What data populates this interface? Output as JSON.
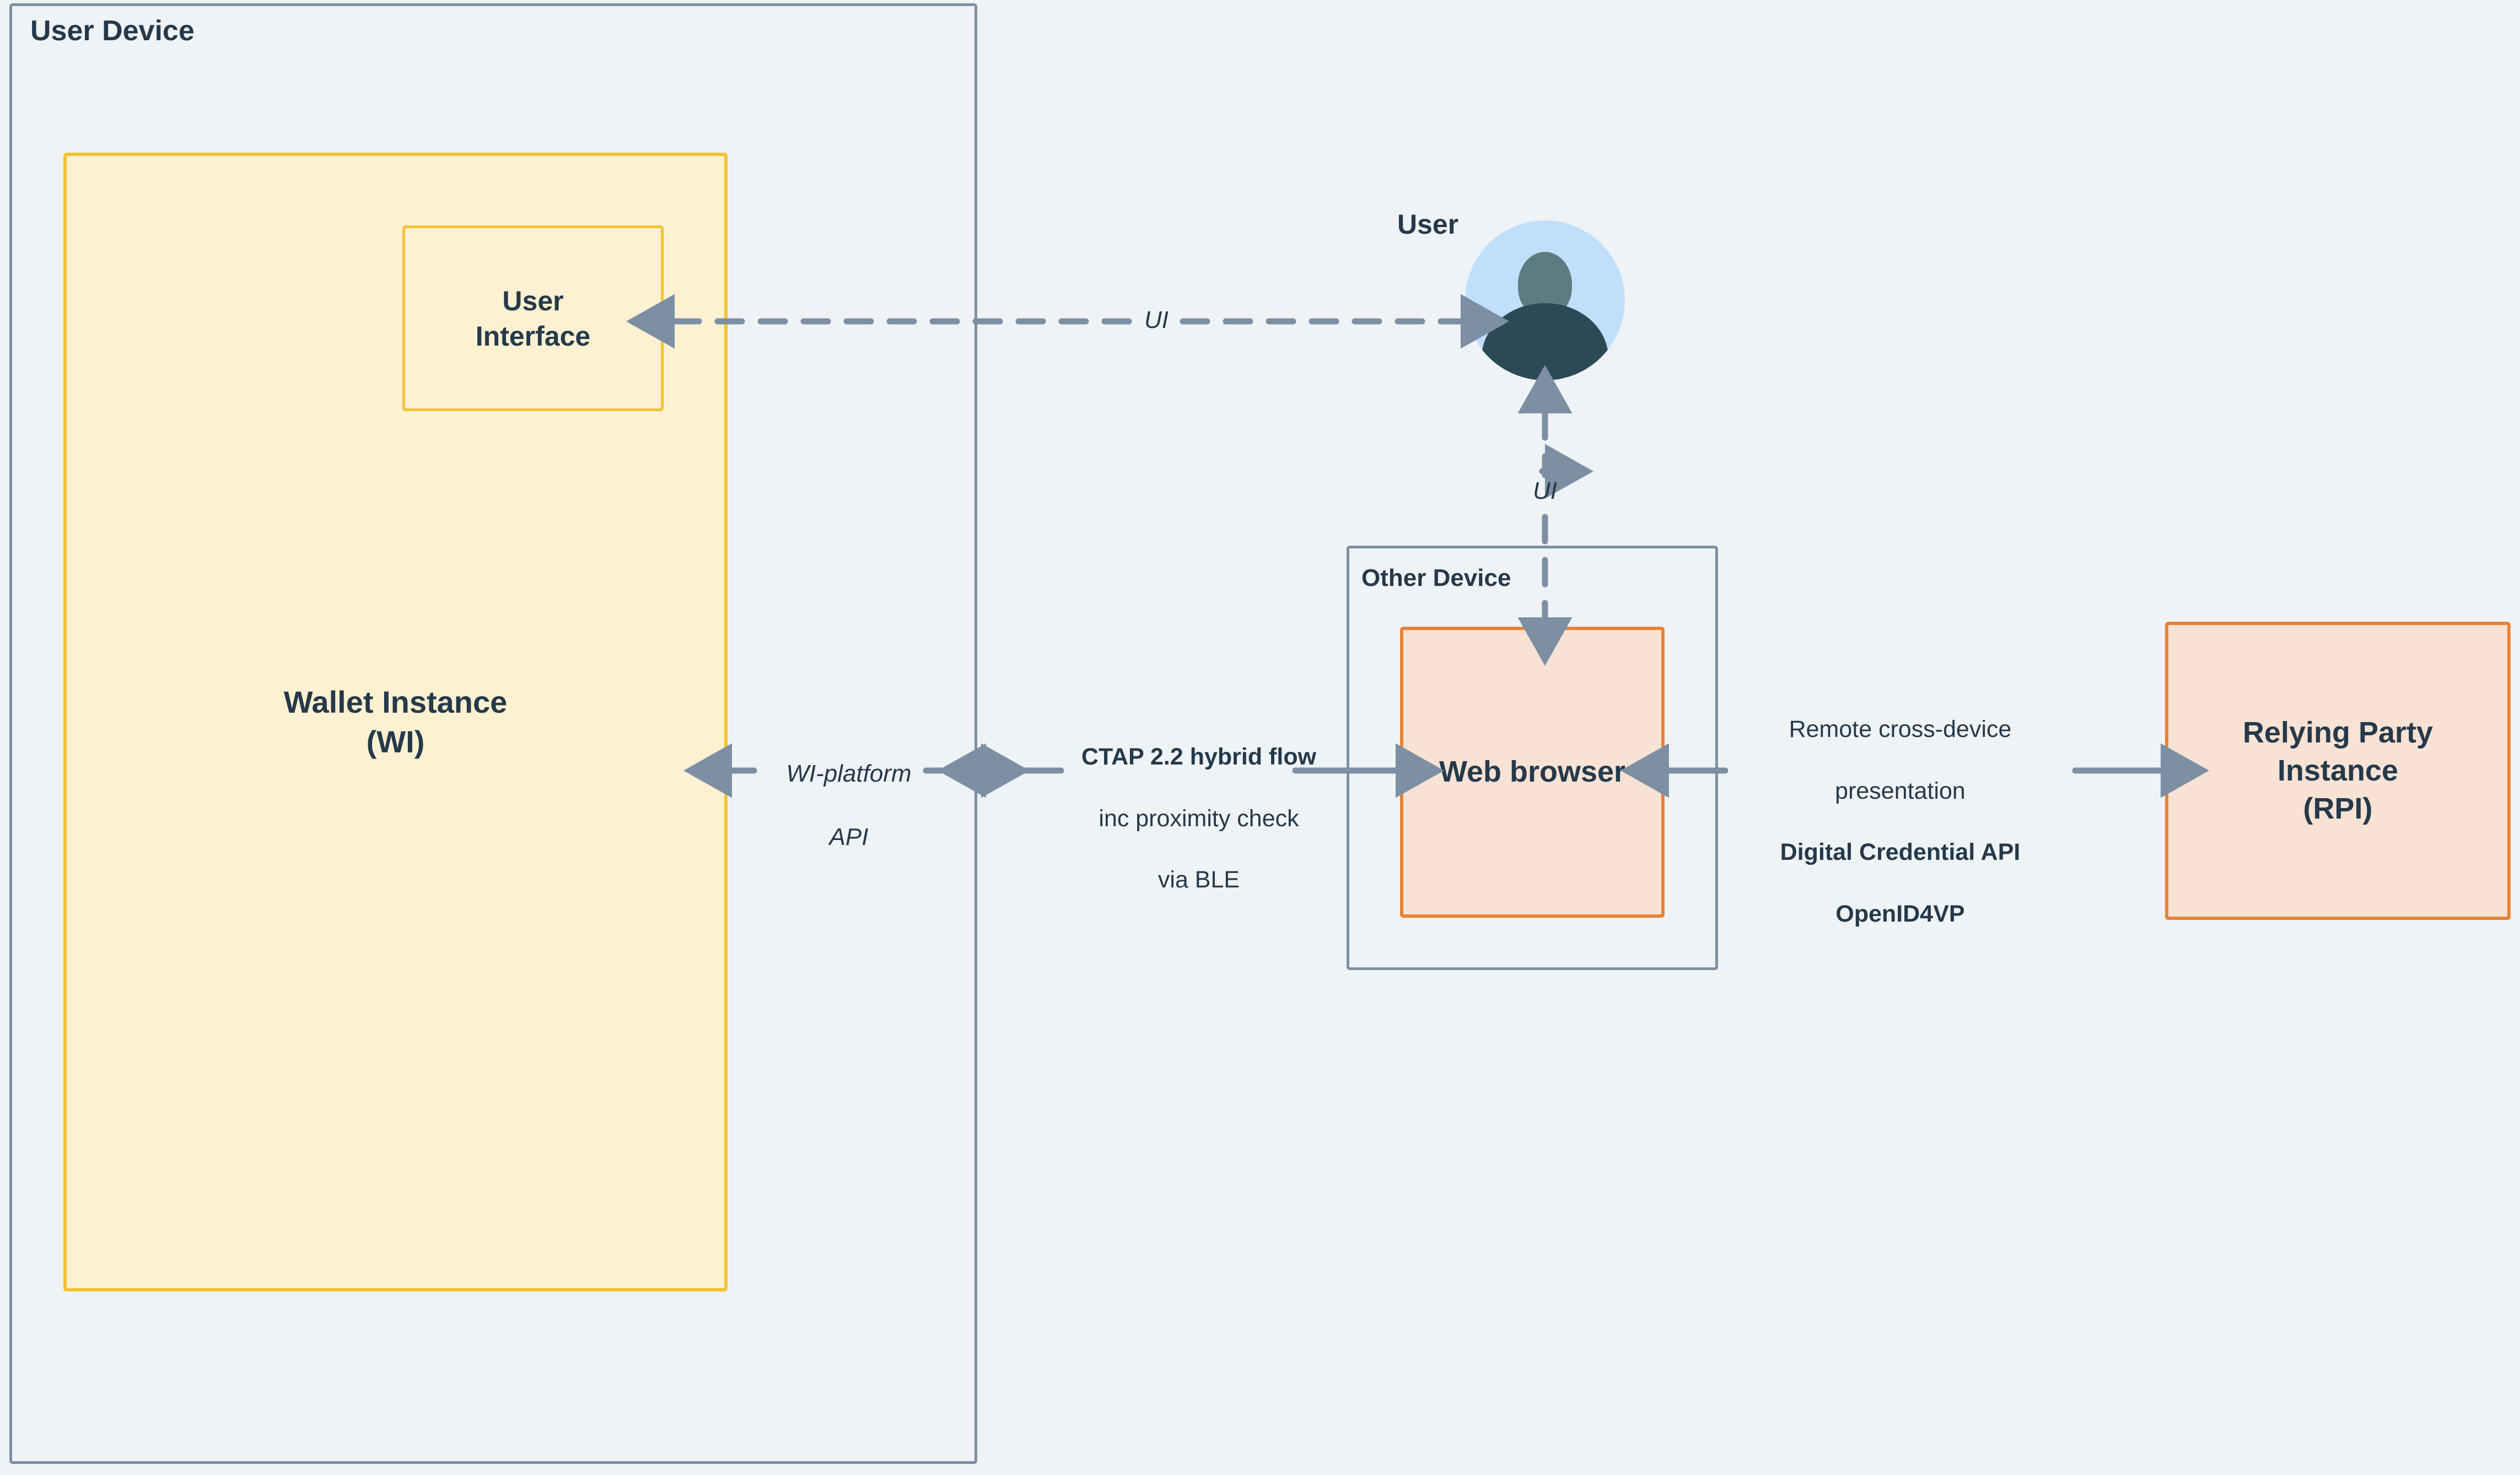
{
  "diagram": {
    "background_color": "#eff3f6",
    "text_color": "#25394a",
    "connector_color": "#7d8fa3"
  },
  "groups": {
    "user_device": {
      "title": "User Device",
      "border_color": "#7d8fa3"
    },
    "other_device": {
      "title": "Other Device",
      "border_color": "#7d8fa3"
    }
  },
  "nodes": {
    "wallet_instance": {
      "line1": "Wallet Instance",
      "line2": "(WI)",
      "fill": "#fdf1d2",
      "border": "#f2c230"
    },
    "user_interface": {
      "line1": "User",
      "line2": "Interface",
      "fill": "#fdf1d2",
      "border": "#f4c23a"
    },
    "web_browser": {
      "line1": "Web browser",
      "fill": "#f8e2d4",
      "border": "#e8833a"
    },
    "relying_party": {
      "line1": "Relying Party",
      "line2": "Instance",
      "line3": "(RPI)",
      "fill": "#f8e2d4",
      "border": "#e8833a"
    },
    "user_actor": {
      "name": "User",
      "circle_fill": "#bfdffb",
      "head_fill": "#5d7b81",
      "body_fill": "#2c4a55"
    }
  },
  "edges": {
    "ui_user_to_interface": {
      "label": "UI",
      "style": "dashed",
      "direction": "bidirectional"
    },
    "ui_user_to_browser": {
      "label": "UI",
      "style": "dashed",
      "direction": "bidirectional"
    },
    "wi_platform_api": {
      "label": "WI-platform\nAPI",
      "style": "dashed",
      "direction": "bidirectional"
    },
    "ctap_hybrid": {
      "label_bold": "CTAP 2.2 hybrid flow",
      "label_line2": "inc proximity check",
      "label_line3": "via BLE",
      "style": "solid",
      "direction": "bidirectional"
    },
    "remote_presentation": {
      "label_line1": "Remote cross-device",
      "label_line2": "presentation",
      "label_bold1": "Digital Credential API",
      "label_bold2": "OpenID4VP",
      "style": "solid",
      "direction": "bidirectional"
    }
  }
}
